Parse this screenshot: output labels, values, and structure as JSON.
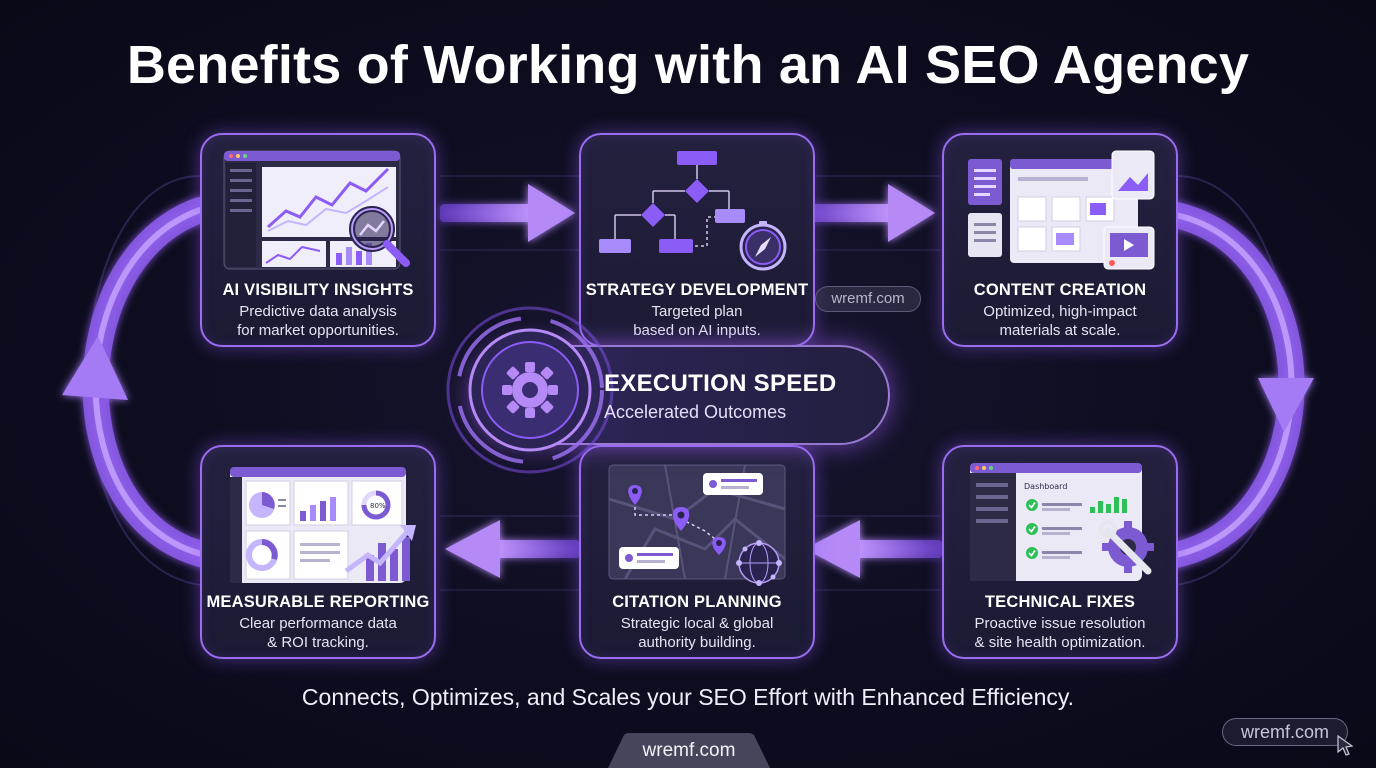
{
  "title": "Benefits of Working with an AI SEO Agency",
  "cards": [
    {
      "title": "AI VISIBILITY INSIGHTS",
      "line1": "Predictive data analysis",
      "line2": "for market opportunities."
    },
    {
      "title": "STRATEGY DEVELOPMENT",
      "line1": "Targeted plan",
      "line2": "based on AI inputs."
    },
    {
      "title": "CONTENT CREATION",
      "line1": "Optimized, high-impact",
      "line2": "materials at scale."
    },
    {
      "title": "MEASURABLE REPORTING",
      "line1": "Clear performance data",
      "line2": "& ROI tracking."
    },
    {
      "title": "CITATION PLANNING",
      "line1": "Strategic local & global",
      "line2": "authority building."
    },
    {
      "title": "TECHNICAL FIXES",
      "line1": "Proactive issue resolution",
      "line2": "& site health optimization."
    }
  ],
  "hub": {
    "title": "EXECUTION SPEED",
    "subtitle": "Accelerated Outcomes",
    "icon": "gear-icon"
  },
  "footer": "Connects, Optimizes, and Scales your SEO Effort with Enhanced Efficiency.",
  "watermarks": {
    "center": "wremf.com",
    "corner": "wremf.com",
    "bottom_tab": "wremf.com"
  },
  "mini_labels": {
    "dashboard": "Dashboard",
    "percent": "80%"
  },
  "colors": {
    "accent": "#9b6cf0",
    "accent_light": "#c9a6ff",
    "background": "#0f0e22",
    "success": "#2fbf58"
  }
}
